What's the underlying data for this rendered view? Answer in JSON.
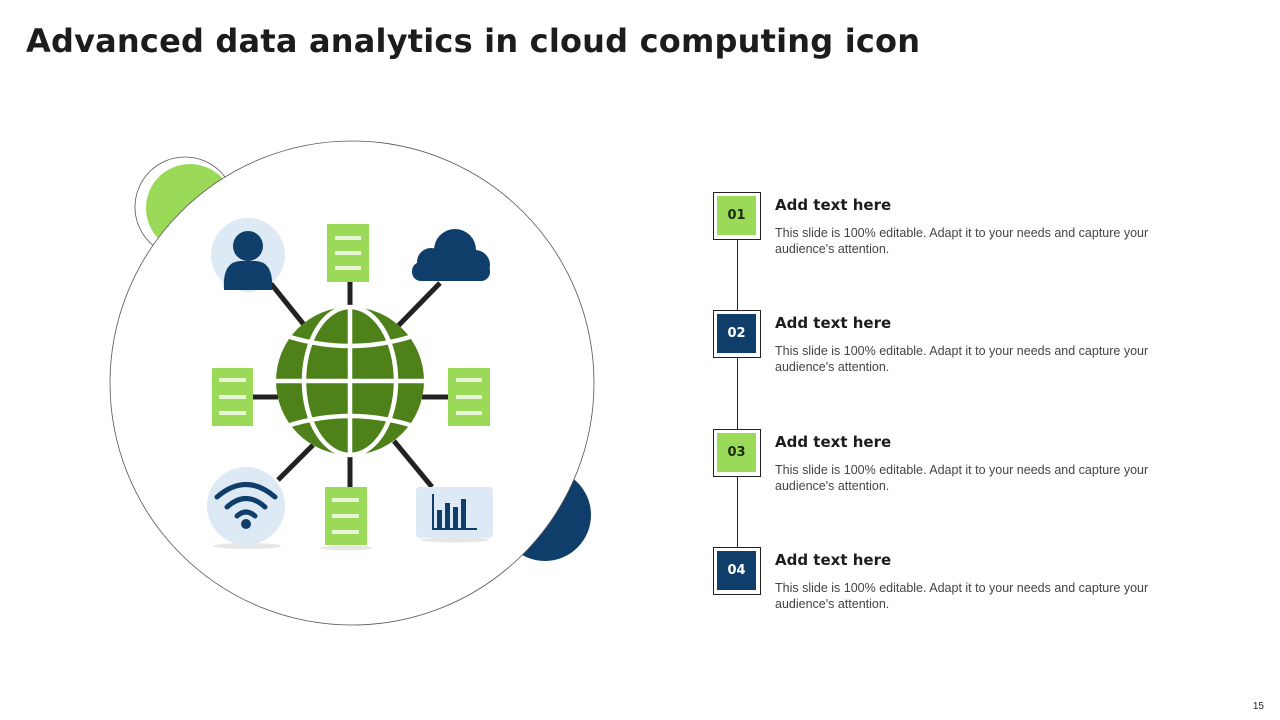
{
  "slide": {
    "title": "Advanced data analytics in cloud computing icon",
    "page_number": "15"
  },
  "colors": {
    "green_light": "#9ada58",
    "green_dark": "#4e8119",
    "navy": "#0f3e6a",
    "light_blue": "#dde9f5",
    "connector": "#222222"
  },
  "illustration": {
    "center": "globe-icon",
    "nodes": [
      "user-icon",
      "document-icon",
      "cloud-icon",
      "document-icon",
      "document-icon",
      "wifi-icon",
      "document-icon",
      "bar-chart-icon"
    ]
  },
  "steps": [
    {
      "number": "01",
      "heading": "Add text here",
      "description": "This slide is 100% editable. Adapt it to your needs and capture your audience's  attention.",
      "style": "green"
    },
    {
      "number": "02",
      "heading": "Add text here",
      "description": "This slide is 100% editable. Adapt it to your needs and capture your audience's  attention.",
      "style": "blue"
    },
    {
      "number": "03",
      "heading": "Add text here",
      "description": "This slide is 100% editable. Adapt it to your needs and capture your audience's  attention.",
      "style": "green"
    },
    {
      "number": "04",
      "heading": "Add text here",
      "description": "This slide is 100% editable. Adapt it to your needs and capture your audience's  attention.",
      "style": "blue"
    }
  ]
}
